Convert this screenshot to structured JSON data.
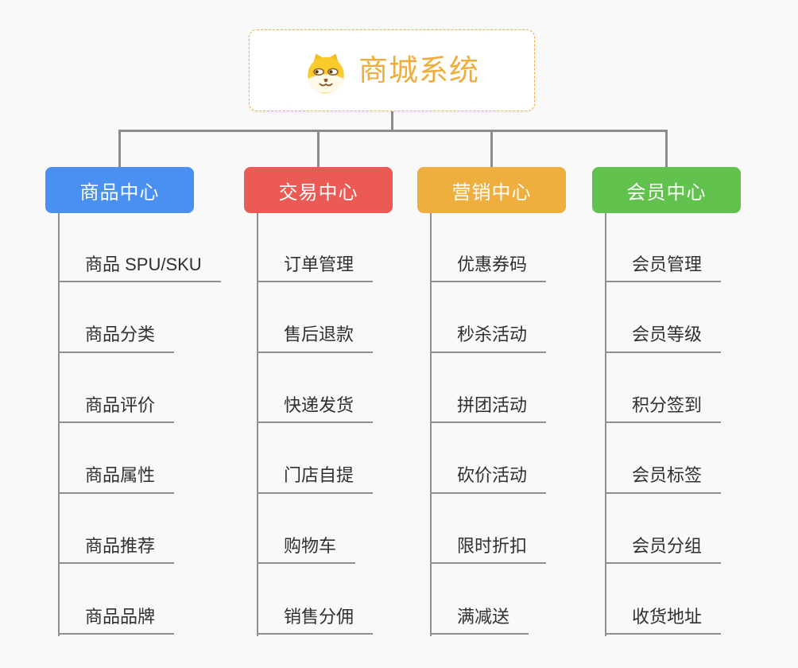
{
  "root": {
    "title": "商城系统",
    "title_color": "#F0AD3C",
    "border_color": "#F2AE44",
    "icon": "dog-face-icon"
  },
  "connector_color": "#8C8C8C",
  "underline_color": "#8F8F8F",
  "background_color": "#f9f9f9",
  "branches": [
    {
      "label": "商品中心",
      "color": "#4A90F0",
      "children": [
        "商品 SPU/SKU",
        "商品分类",
        "商品评价",
        "商品属性",
        "商品推荐",
        "商品品牌"
      ]
    },
    {
      "label": "交易中心",
      "color": "#EB5A55",
      "children": [
        "订单管理",
        "售后退款",
        "快递发货",
        "门店自提",
        "购物车",
        "销售分佣"
      ]
    },
    {
      "label": "营销中心",
      "color": "#EFAF3E",
      "children": [
        "优惠券码",
        "秒杀活动",
        "拼团活动",
        "砍价活动",
        "限时折扣",
        "满减送"
      ]
    },
    {
      "label": "会员中心",
      "color": "#62C24E",
      "children": [
        "会员管理",
        "会员等级",
        "积分签到",
        "会员标签",
        "会员分组",
        "收货地址"
      ]
    }
  ]
}
